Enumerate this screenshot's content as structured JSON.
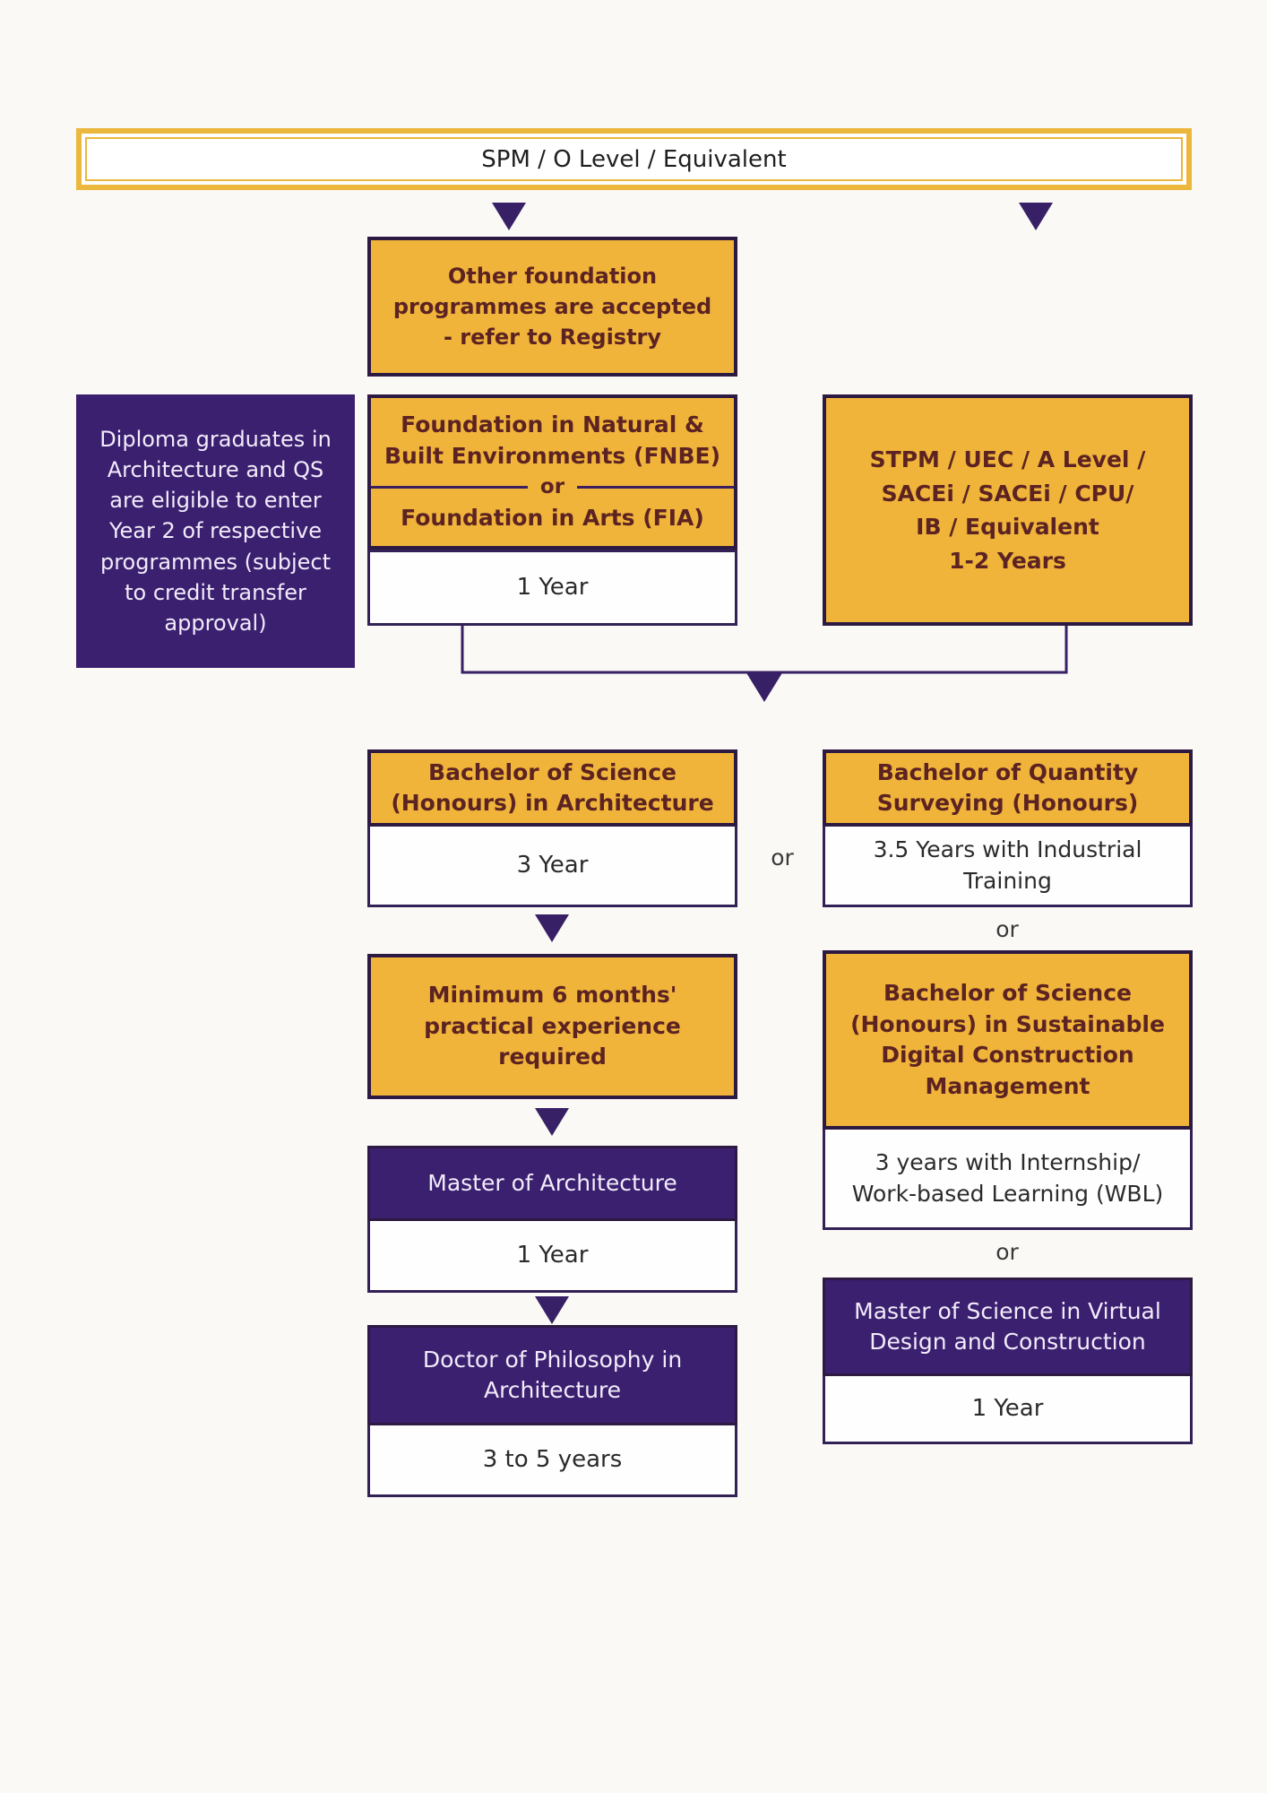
{
  "colors": {
    "background": "#fbf9f6",
    "gold_fill": "#f0b43a",
    "purple_fill": "#3b2070",
    "dark_border": "#2d1a42",
    "white_box_border": "#322156",
    "maroon_text": "#5c2322",
    "light_text": "#f2ecfa",
    "dark_text": "#2b2b2b",
    "banner_border_gold": "#ecb73d",
    "connector": "#372065"
  },
  "banner": {
    "label": "SPM / O Level / Equivalent"
  },
  "other_foundation": {
    "lines": [
      "Other foundation",
      "programmes are accepted",
      "- refer to Registry"
    ]
  },
  "diploma_note": {
    "lines": [
      "Diploma graduates in",
      "Architecture and QS",
      "are eligible to enter",
      "Year 2 of respective",
      "programmes (subject",
      "to credit transfer",
      "approval)"
    ]
  },
  "foundation": {
    "top_lines": [
      "Foundation in Natural &",
      "Built Environments (FNBE)"
    ],
    "divider_label": "or",
    "bottom_line": "Foundation in Arts (FIA)",
    "duration": "1 Year"
  },
  "stpm": {
    "lines": [
      "STPM / UEC / A Level /",
      "SACEi / SACEi / CPU/",
      "IB / Equivalent",
      "1-2 Years"
    ]
  },
  "bsc_architecture": {
    "title_lines": [
      "Bachelor of Science",
      "(Honours) in Architecture"
    ],
    "duration_lines": [
      "3 Year"
    ]
  },
  "bqs": {
    "title_lines": [
      "Bachelor of Quantity",
      "Surveying (Honours)"
    ],
    "duration_lines": [
      "3.5 Years with Industrial",
      "Training"
    ]
  },
  "min_experience": {
    "lines": [
      "Minimum 6 months'",
      "practical experience",
      "required"
    ]
  },
  "master_architecture": {
    "title_lines": [
      "Master of Architecture"
    ],
    "duration_lines": [
      "1 Year"
    ]
  },
  "bsc_sustainable": {
    "title_lines": [
      "Bachelor of Science",
      "(Honours) in Sustainable",
      "Digital Construction",
      "Management"
    ],
    "duration_lines": [
      "3 years with Internship/",
      "Work-based Learning (WBL)"
    ]
  },
  "msc_virtual": {
    "title_lines": [
      "Master of Science in Virtual",
      "Design and Construction"
    ],
    "duration_lines": [
      "1 Year"
    ]
  },
  "phd": {
    "title_lines": [
      "Doctor of Philosophy in",
      "Architecture"
    ],
    "duration_lines": [
      "3 to 5 years"
    ]
  },
  "or_labels": {
    "mid": "or",
    "right_top": "or",
    "right_bottom": "or"
  }
}
